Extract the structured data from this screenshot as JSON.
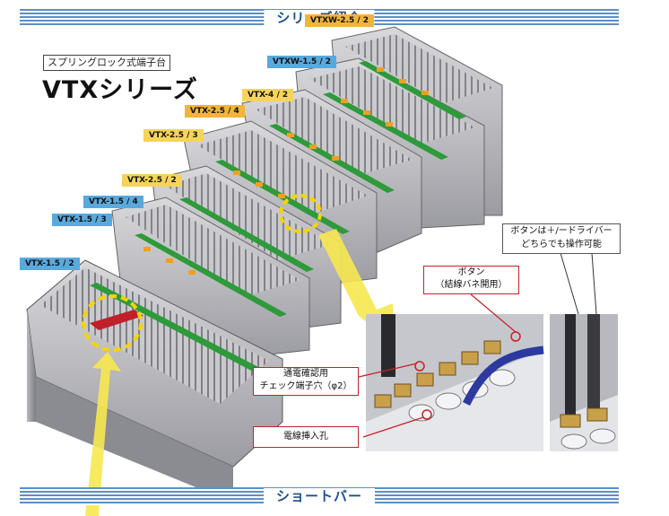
{
  "header": {
    "title": "シリーズ紹介"
  },
  "product": {
    "subtitle": "スプリングロック式端子台",
    "name": "VTXシリーズ"
  },
  "models": [
    {
      "label": "VTXW-2.5 / 2",
      "color": "orange"
    },
    {
      "label": "VTXW-1.5 / 2",
      "color": "blue"
    },
    {
      "label": "VTX-4 / 2",
      "color": "yellow"
    },
    {
      "label": "VTX-2.5 / 4",
      "color": "orange"
    },
    {
      "label": "VTX-2.5 / 3",
      "color": "yellow"
    },
    {
      "label": "VTX-2.5 / 2",
      "color": "yellow"
    },
    {
      "label": "VTX-1.5 / 4",
      "color": "blue"
    },
    {
      "label": "VTX-1.5 / 3",
      "color": "blue"
    },
    {
      "label": "VTX-1.5 / 2",
      "color": "blue"
    }
  ],
  "callouts": {
    "button": {
      "line1": "ボタン",
      "line2": "（結線バネ開用）"
    },
    "check_hole": {
      "line1": "通電確認用",
      "line2": "チェック端子穴（φ2）"
    },
    "wire_hole": {
      "line1": "電線挿入孔"
    },
    "screwdriver": {
      "line1": "ボタンは＋/ードライバー",
      "line2": "どちらでも操作可能"
    }
  },
  "footer": {
    "title": "ショートバー"
  },
  "colors": {
    "accent_blue": "#5d8fc6",
    "callout_red": "#c8202a",
    "highlight_yellow": "#f6d400"
  }
}
